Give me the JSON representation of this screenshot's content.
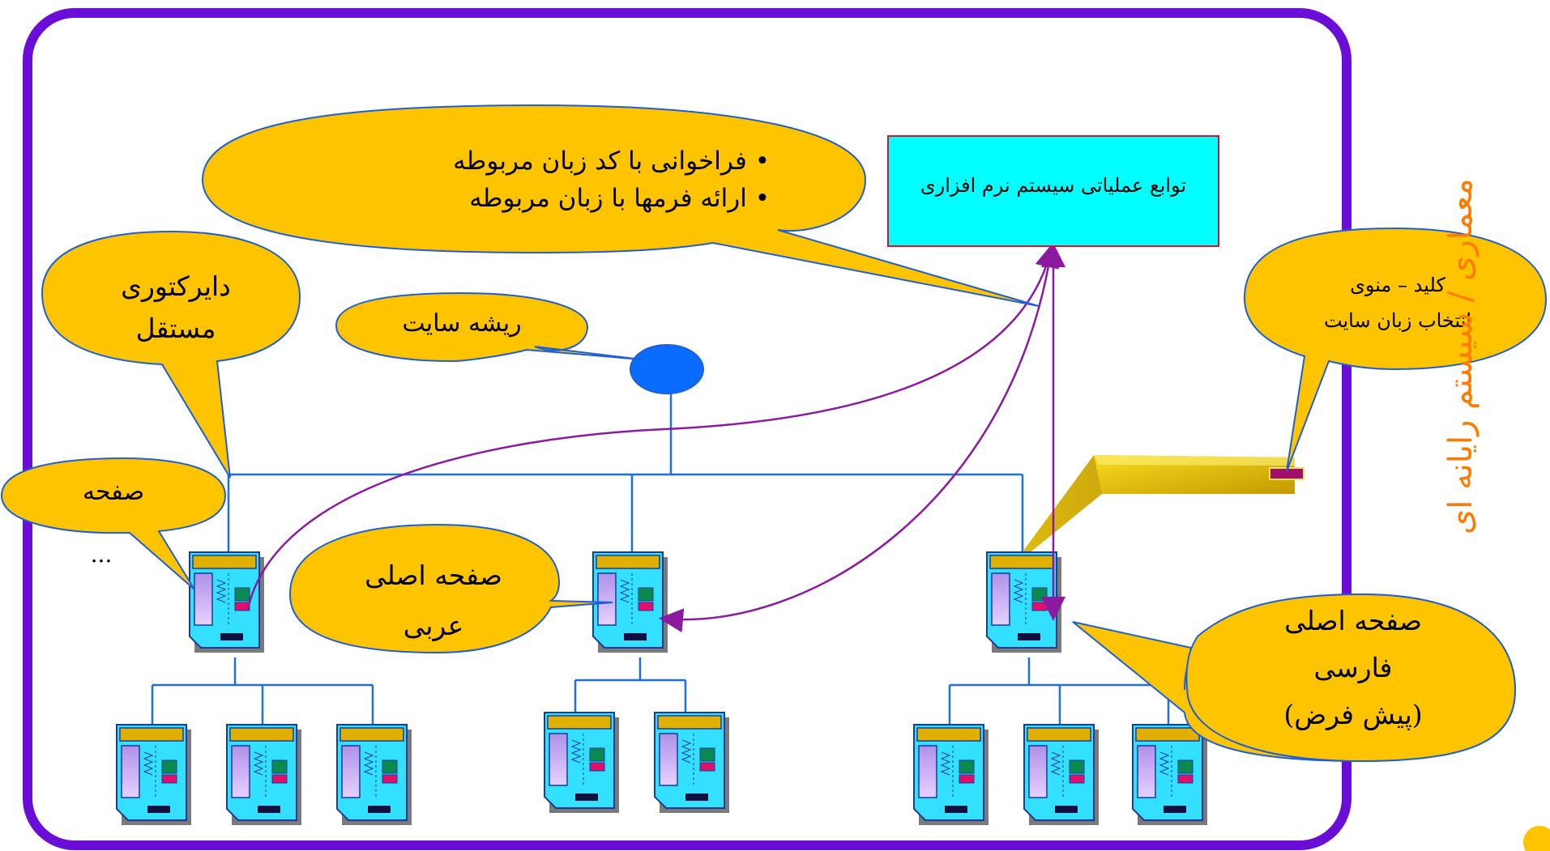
{
  "colors": {
    "frame": "#6a0dd6",
    "callout_fill": "#ffc400",
    "callout_stroke": "#1e5fd8",
    "line": "#1e6ff0",
    "arrow": "#8b1aa0",
    "box_fill": "#00ffff",
    "box_stroke": "#e0102c",
    "root_node": "#0a6cff",
    "side_text": "#ff7a00",
    "panel": "#e8c40a"
  },
  "callouts": {
    "bullets": [
      "فراخوانی با کد زبان مربوطه",
      "ارائه فرمها با زبان مربوطه"
    ],
    "directory": [
      "دایرکتوری",
      "مستقل"
    ],
    "site_root": "ریشه سایت",
    "page": "صفحه",
    "ellipsis": "...",
    "arabic_home": [
      "صفحه اصلی",
      "عربی"
    ],
    "farsi_home": [
      "صفحه اصلی",
      "فارسی",
      "(پیش فرض)"
    ],
    "language_key": [
      "کلید – منوی",
      "انتخاب زبان سایت"
    ]
  },
  "software_box": "توابع عملیاتی سیستم نرم افزاری",
  "side_label_parts": [
    "معماری /",
    "سیستم رایانه ای"
  ],
  "bullet_mark": "•"
}
